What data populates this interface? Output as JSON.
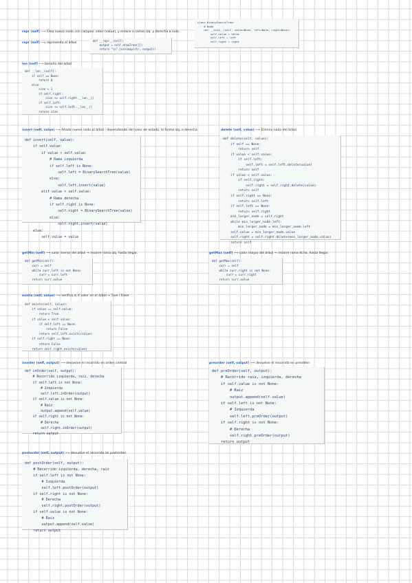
{
  "sections": {
    "repr_note": {
      "fn": "repr (self)",
      "desc": "Crea nuevo nodo con campos: valor (value), y enlace a ramas izq. y derecha a nulo."
    },
    "repr2_note": {
      "fn": "repr (self)",
      "desc": "representa el árbol"
    },
    "class_code": "class BinarySearchTree:\n    # Nodo\n    def __init__(self, value=None, left=None, right=None):\n        self.value = value\n        self.left = left\n        self.right = right",
    "repr_code": "def __repr__(self):\n    output = self.drawTree([])\n    return \"\\n\".join(map(str, output))",
    "len_note": {
      "fn": "len (self)",
      "desc": "tamaño del árbol"
    },
    "len_code": "def __len__(self):\n    if self == None:\n        return 0\n    else:\n        size = 1\n        if self.right:\n            size += self.right.__len__()\n        if self.left:\n            size += self.left.__len__()\n        return size",
    "insert_note": {
      "fn": "insert (self, value)",
      "desc": "Añade nuevo nodo al árbol , dependiendo del valor de estado. la forma izq. o derecha"
    },
    "insert_code": "def insert(self, value):\n    if self.value:\n        if value < self.value:\n            # Rama izquierda\n            if self.left is None:\n                self.left = BinarySearchTree(value)\n            else:\n                self.left.insert(value)\n        elif value > self.value:\n            # Rama derecha\n            if self.right is None:\n                self.right = BinarySearchTree(value)\n            else:\n                self.right.insert(value)\n    else:\n        self.value = value",
    "delete_note": {
      "fn": "delete (self, value)",
      "desc": "Elimina nodo del árbol"
    },
    "delete_code": "def delete(self, value):\n    if self == None:\n        return self\n    if value < self.value:\n        if self.left:\n            self.left = self.left.delete(value)\n        return self\n    if value > self.value:\n        if self.right:\n            self.right = self.right.delete(value)\n        return self\n    if self.right == None:\n        return self.left\n    if self.left == None:\n        return self.right\n    min_larger_node = self.right\n    while min_larger_node.left:\n        min_larger_node = min_larger_node.left\n    self.value = min_larger_node.value\n    self.right = self.right.delete(min_larger_node.value)\n    return self",
    "getmin_note": {
      "fn": "getMin (self)",
      "desc": "valor menor del árbol → recorre rama izq. hasta llegar."
    },
    "getmin_code": "def getMin(self):\n    curr = self\n    while curr.left is not None:\n        curr = curr.left\n    return curr.value",
    "getmax_note": {
      "fn": "getMax (self)",
      "desc": "valor mayor del árbol → recorre rama dcha. hasta llegar."
    },
    "getmax_code": "def getMax(self):\n    curr = self\n    while curr.right is not None:\n        curr = curr.right\n    return curr.value",
    "exists_note": {
      "fn": "exists (self, value)",
      "desc": "verifica si X valor en el árbol → True / False"
    },
    "exists_code": "def exists(self, value):\n    if value == self.value:\n        return True\n    if value < self.value:\n        if self.left == None:\n            return False\n        return self.left.exists(value)\n    if self.right == None:\n        return False\n    return self.right.exists(value)",
    "inorder_note": {
      "fn": "inorder (self, output)",
      "desc": "devuelve el recorrido en orden central"
    },
    "inorder_code": "def inOrder(self, output):\n    # Recorrido izquierda, raiz, derecha\n    if self.left is not None:\n        # Izquierda\n        self.left.inOrder(output)\n    if self.value is not None:\n        # Raiz\n        output.append(self.value)\n    if self.right is not None:\n        # Derecha\n        self.right.inOrder(output)\n    return output",
    "preorder_note": {
      "fn": "preorder (self, output)",
      "desc": "devuelve el recorrido en preorden"
    },
    "preorder_code": "def preOrder(self, output):\n    # Recorrido raiz, izquierda, derecha\n    if self.value is not None:\n        # Raiz\n        output.append(self.value)\n    if self.left is not None:\n        # Izquierda\n        self.left.preOrder(output)\n    if self.right is not None:\n        # Derecha\n        self.right.preOrder(output)\n    return output",
    "postorder_note": {
      "fn": "postorder (self, output)",
      "desc": "devuelve el recorrido en postorden"
    },
    "postorder_code": "def postOrder(self, output):\n    # Recorrido izquierda, derecha, raiz\n    if self.left is not None:\n        # Izquierda\n        self.left.postOrder(output)\n    if self.right is not None:\n        # Derecha\n        self.right.postOrder(output)\n    if self.value is not None:\n        # Raiz\n        output.append(self.value)\n    return output"
  }
}
